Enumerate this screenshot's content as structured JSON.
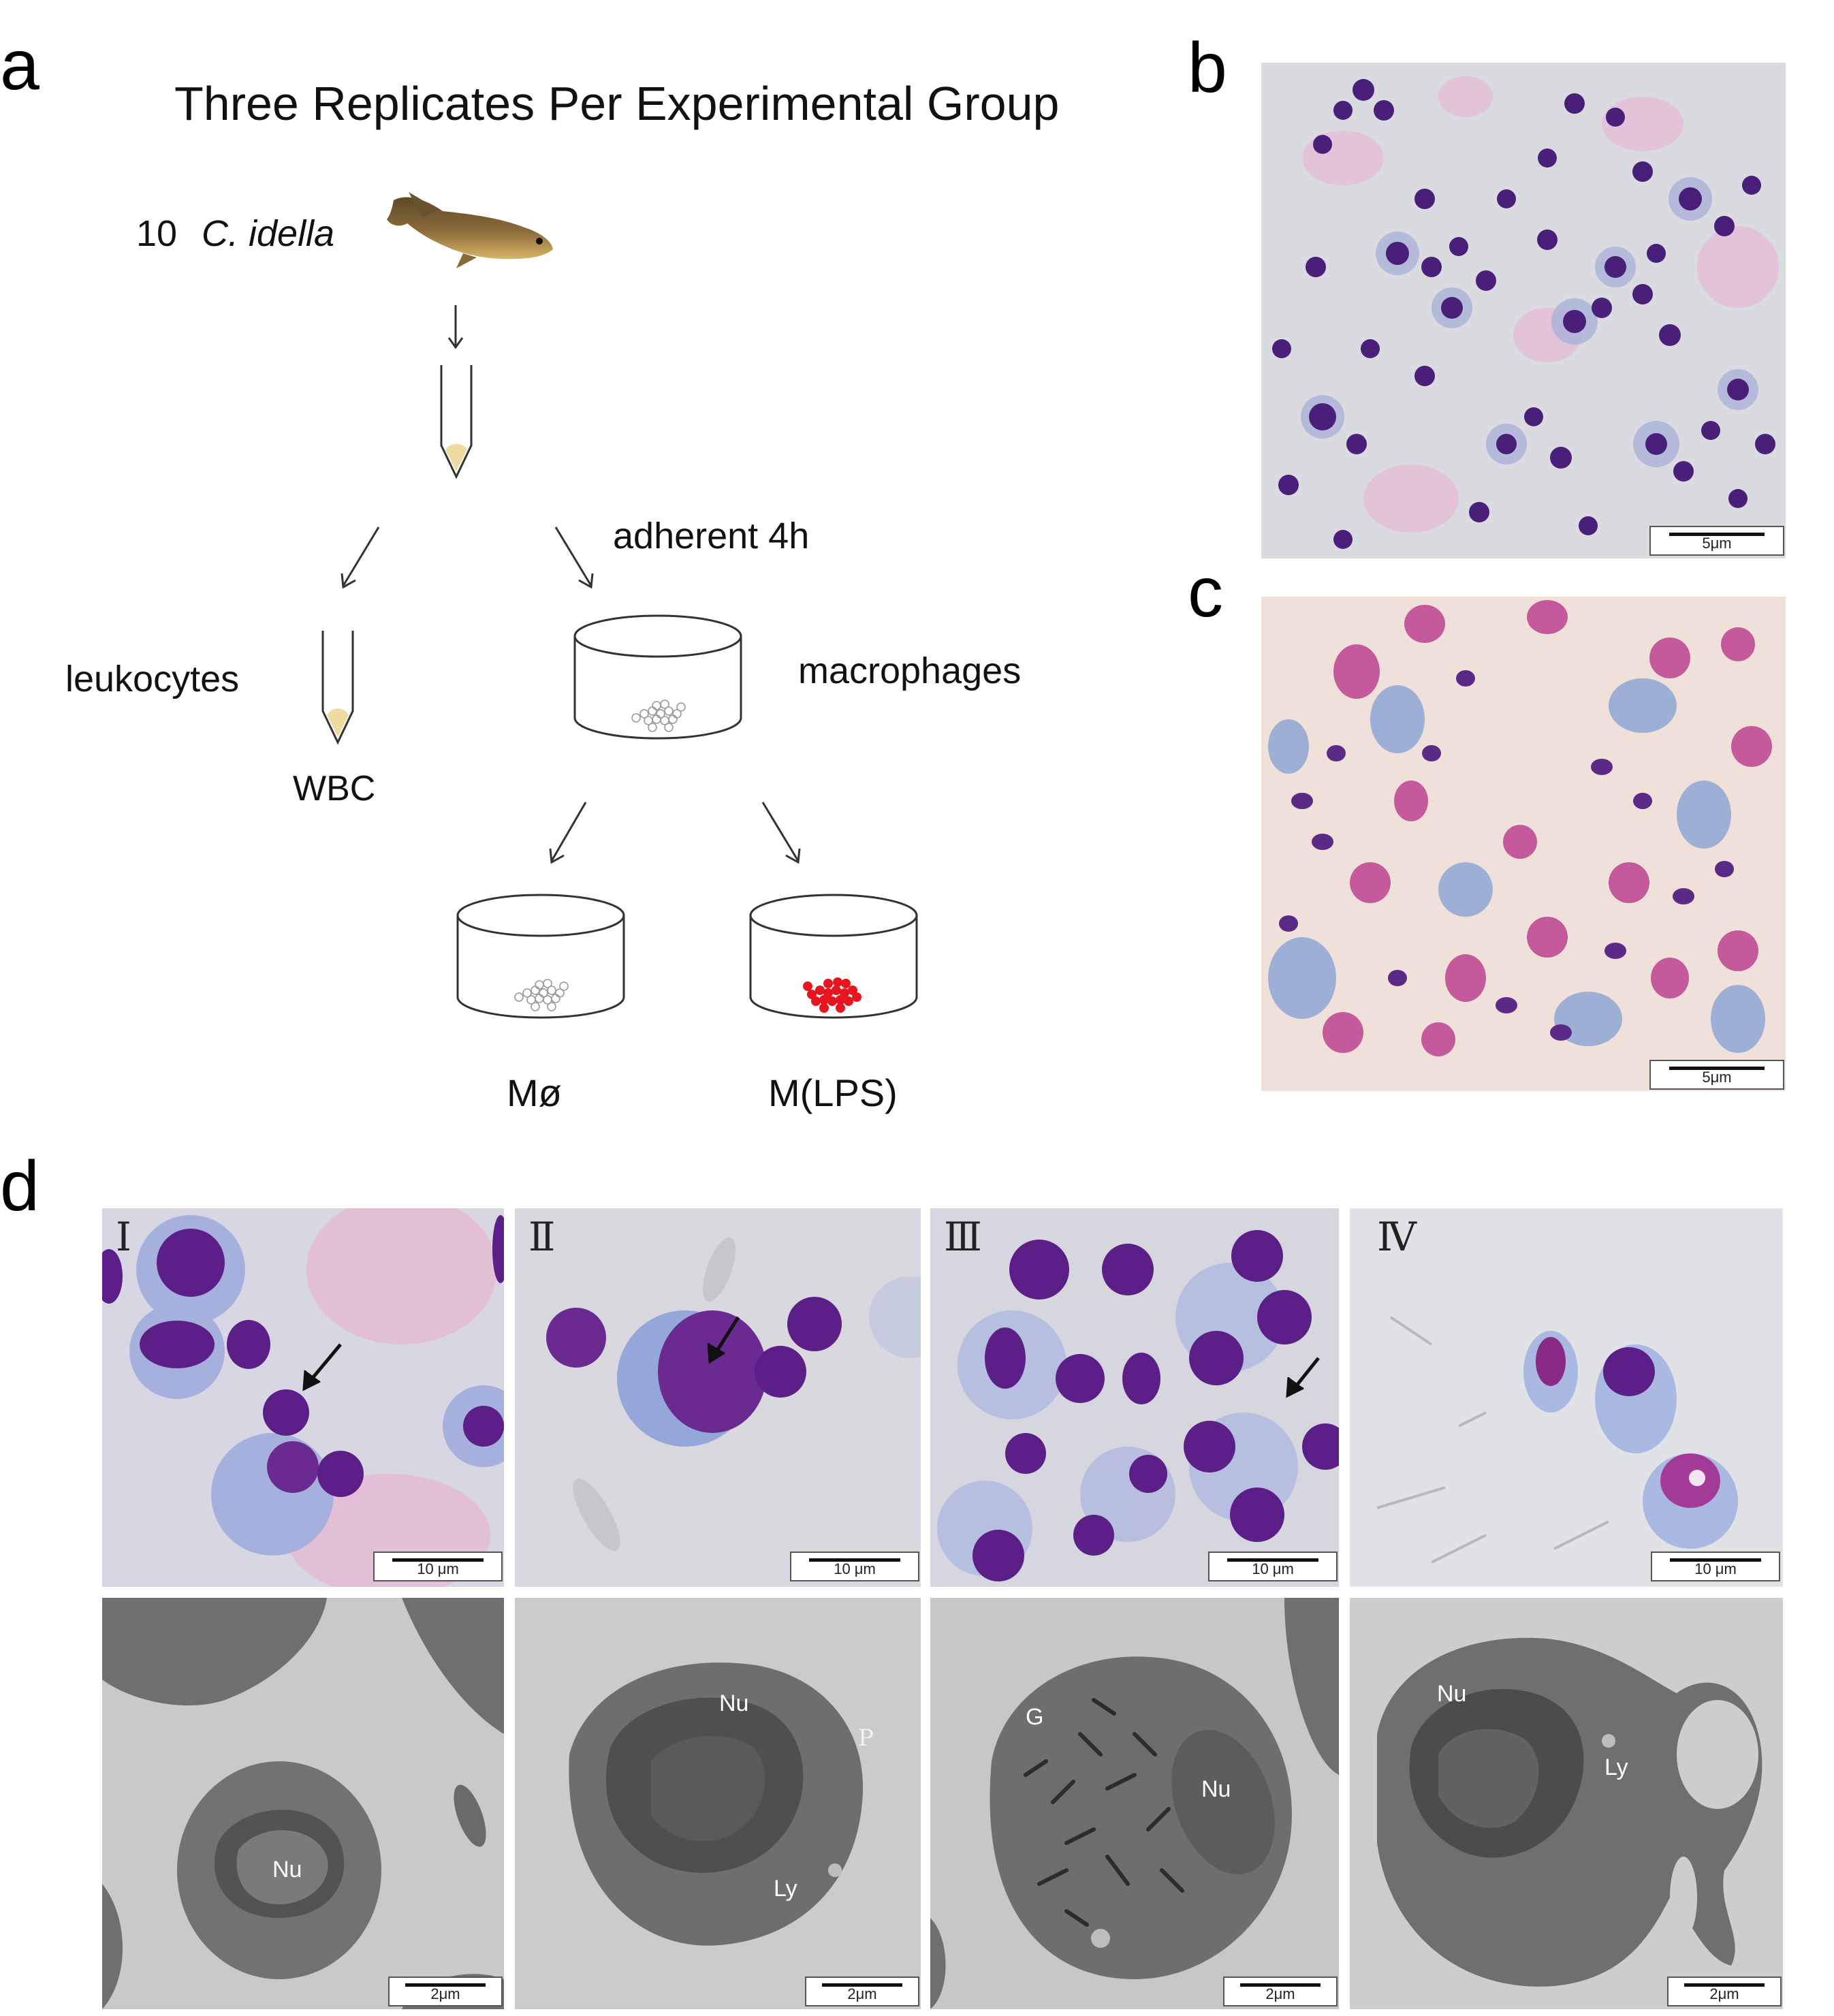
{
  "panels": {
    "a": "a",
    "b": "b",
    "c": "c",
    "d": "d"
  },
  "schematic": {
    "title": "Three Replicates Per Experimental Group",
    "fish_count": "10",
    "fish_species": "C. idella",
    "adherent": "adherent 4h",
    "leukocytes": "leukocytes",
    "wbc": "WBC",
    "macrophages": "macrophages",
    "mo": "Mø",
    "mlps": "M(LPS)"
  },
  "micrographs_bc": {
    "b_scale": "5μm",
    "c_scale": "5μm"
  },
  "panel_d": {
    "light": [
      {
        "numeral": "Ⅰ",
        "scale": "10 μm"
      },
      {
        "numeral": "Ⅱ",
        "scale": "10 μm"
      },
      {
        "numeral": "Ⅲ",
        "scale": "10 μm"
      },
      {
        "numeral": "Ⅳ",
        "scale": "10 μm"
      }
    ],
    "em": [
      {
        "scale": "2μm",
        "labels": [
          "Nu"
        ]
      },
      {
        "scale": "2μm",
        "labels": [
          "Nu",
          "P",
          "Ly"
        ]
      },
      {
        "scale": "2μm",
        "labels": [
          "G",
          "Nu"
        ]
      },
      {
        "scale": "2μm",
        "labels": [
          "Nu",
          "Ly"
        ]
      }
    ]
  },
  "colors": {
    "stain_background_b": "#d9dbe0",
    "stain_background_c": "#efe0da",
    "nucleus_purple": "#4a1f7a",
    "cytoplasm_blue": "#9aa4d6",
    "lps_red": "#e8141e",
    "em_gray": "#6f6f6f"
  }
}
